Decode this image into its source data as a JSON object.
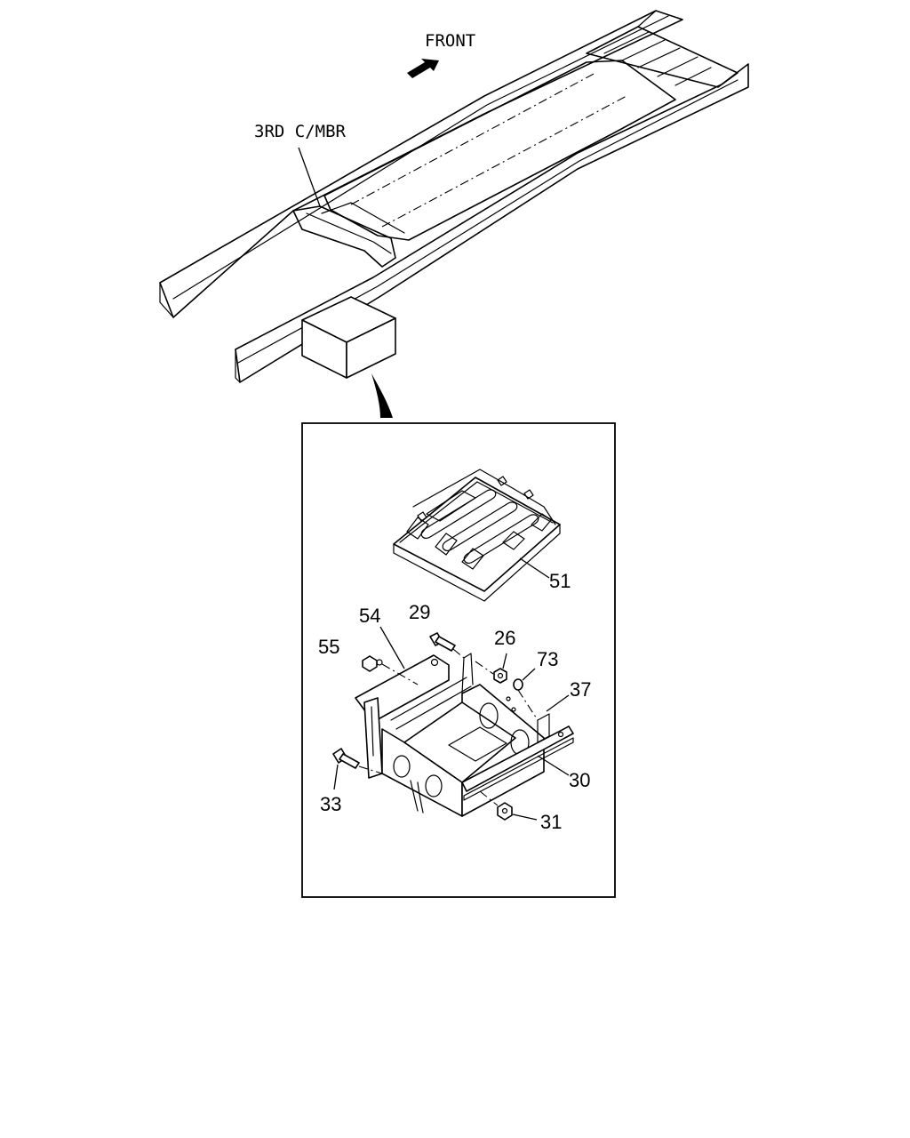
{
  "labels": {
    "front": "FRONT",
    "crossmember": "3RD C/MBR"
  },
  "callouts": {
    "c51": "51",
    "c54": "54",
    "c29": "29",
    "c55": "55",
    "c26": "26",
    "c73": "73",
    "c37": "37",
    "c30": "30",
    "c33": "33",
    "c31": "31"
  }
}
